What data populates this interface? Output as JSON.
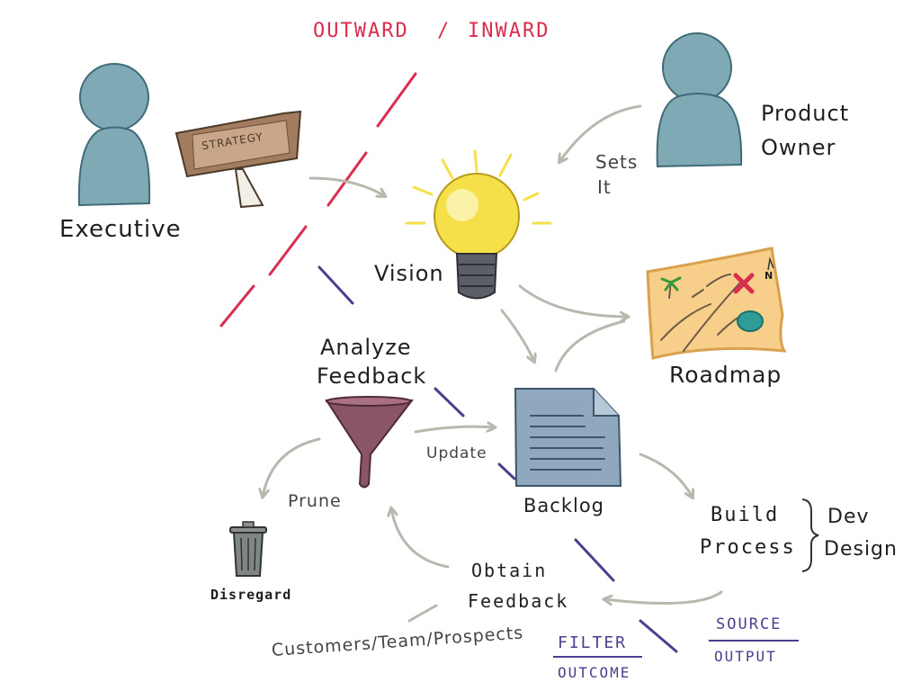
{
  "title": {
    "outward": "OUTWARD",
    "slash": "/",
    "inward": "INWARD"
  },
  "colors": {
    "red": "#d92e4e",
    "purple": "#4a3f8e",
    "person": "#7fa9b5",
    "person_stroke": "#3f6b78",
    "arrow": "#b9b7ae",
    "bulb": "#f5e04a",
    "funnel": "#8a5565",
    "backlog": "#8fa8bd",
    "map": "#f7cf8a"
  },
  "nodes": {
    "executive": "Executive",
    "strategy_sign": "STRATEGY",
    "product_owner_line1": "Product",
    "product_owner_line2": "Owner",
    "sets_it_line1": "Sets",
    "sets_it_line2": "It",
    "vision": "Vision",
    "roadmap": "Roadmap",
    "analyze_line1": "Analyze",
    "analyze_line2": "Feedback",
    "backlog": "Backlog",
    "update": "Update",
    "prune": "Prune",
    "disregard": "Disregard",
    "build_line1": "Build",
    "build_line2": "Process",
    "dev": "Dev",
    "design": "Design",
    "obtain_line1": "Obtain",
    "obtain_line2": "Feedback",
    "customers": "Customers/Team/Prospects",
    "filter": "FILTER",
    "outcome": "OUTCOME",
    "source": "SOURCE",
    "output": "OUTPUT",
    "compass_n": "N"
  },
  "icons": {
    "executive": "person-icon",
    "product_owner": "person-icon",
    "strategy": "signpost-icon",
    "vision": "lightbulb-icon",
    "roadmap": "treasure-map-icon",
    "analyze": "funnel-icon",
    "backlog": "document-icon",
    "disregard": "trash-can-icon"
  }
}
